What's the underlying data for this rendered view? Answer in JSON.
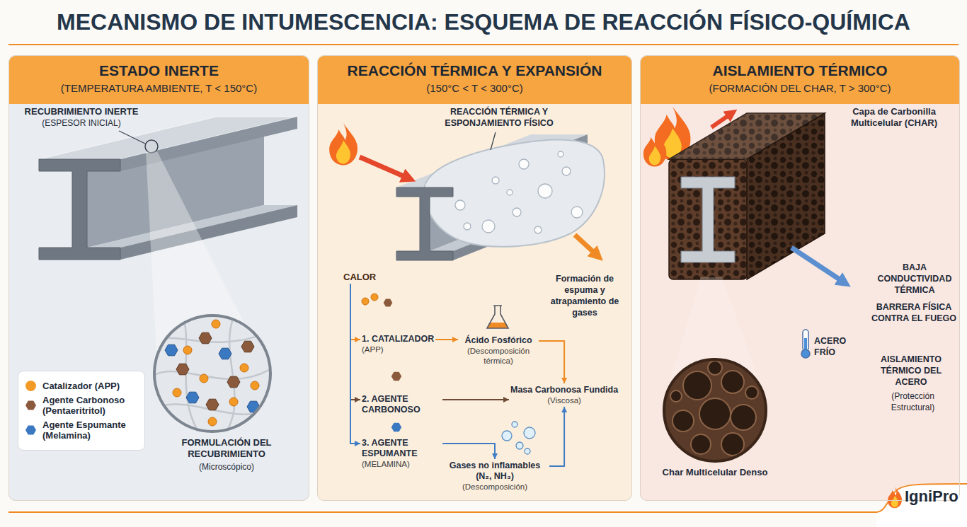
{
  "diagram": {
    "title": "MECANISMO DE INTUMESCENCIA: ESQUEMA DE REACCIÓN FÍSICO-QUÍMICA",
    "nodes": [
      {
        "text": [
          "ESTADO INERTE",
          "(TEMPERATURA AMBIENTE, T < 150°C)"
        ]
      },
      {
        "text": [
          "REACCIÓN TÉRMICA Y EXPANSIÓN",
          "(150°C < T < 300°C)"
        ]
      },
      {
        "text": [
          "AISLAMIENTO TÉRMICO",
          "(FORMACIÓN DEL CHAR, T > 300°C)"
        ]
      },
      {
        "text": [
          "CALOR"
        ],
        "in": 1
      },
      {
        "text": [
          "1. CATALIZADOR",
          "(APP)"
        ],
        "in": 1
      },
      {
        "text": [
          "Ácido Fosfórico",
          "(Descomposición térmica)"
        ],
        "in": 1
      },
      {
        "text": [
          "2. AGENTE CARBONOSO"
        ],
        "in": 1
      },
      {
        "text": [
          "Masa Carbonosa Fundida",
          "(Viscosa)"
        ],
        "in": 1
      },
      {
        "text": [
          "3. AGENTE ESPUMANTE",
          "(MELAMINA)"
        ],
        "in": 1
      },
      {
        "text": [
          "Gases no inflamables (N₂, NH₃)",
          "(Descomposición)"
        ],
        "in": 1
      }
    ],
    "edges": [
      {
        "from": 3,
        "to": 4,
        "arrow": "to"
      },
      {
        "from": 3,
        "to": 6,
        "arrow": "to"
      },
      {
        "from": 3,
        "to": 8,
        "arrow": "to"
      },
      {
        "from": 4,
        "to": 5,
        "arrow": "to"
      },
      {
        "from": 5,
        "to": 7,
        "arrow": "to"
      },
      {
        "from": 6,
        "to": 7,
        "arrow": "to"
      },
      {
        "from": 8,
        "to": 9,
        "arrow": "to"
      },
      {
        "from": 9,
        "to": 7,
        "arrow": "to"
      }
    ],
    "labels": [
      "RECUBRIMIENTO INERTE",
      "(ESPESOR INICIAL)",
      "FORMULACIÓN DEL RECUBRIMIENTO",
      "(Microscópico)",
      "REACCIÓN TÉRMICA Y ESPONJAMIENTO FÍSICO",
      "Formación de espuma y atrapamiento de gases",
      "Capa de Carbonilla Multicelular (CHAR)",
      "BAJA CONDUCTIVIDAD TÉRMICA",
      "BARRERA FÍSICA CONTRA EL FUEGO",
      "ACERO FRÍO",
      "AISLAMIENTO TÉRMICO DEL ACERO",
      "(Protección Estructural)",
      "Char Multicelular Denso",
      "IgniPro"
    ],
    "legend": [
      {
        "text": "Catalizador (APP)",
        "color": "#f39a26"
      },
      {
        "text": "Agente Carbonoso (Pentaeritritol)",
        "color": "#8b5a3c"
      },
      {
        "text": "Agente Espumante (Melamina)",
        "color": "#3a78c2"
      }
    ]
  }
}
